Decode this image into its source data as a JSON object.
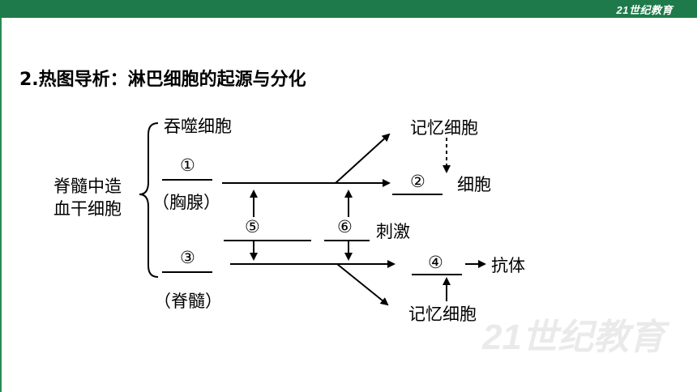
{
  "header": {
    "logo_text": "21世纪教育"
  },
  "title": "2.热图导析：淋巴细胞的起源与分化",
  "diagram": {
    "origin": "脊髓中造\n血干细胞",
    "macrophage": "吞噬细胞",
    "blank1": "①",
    "thymus": "（胸腺）",
    "blank3": "③",
    "marrow": "（脊髓）",
    "blank5": "⑤",
    "blank6": "⑥",
    "stimulus": "刺激",
    "memory_top": "记忆细胞",
    "blank2": "②",
    "cell": "细胞",
    "blank4": "④",
    "antibody": "抗体",
    "memory_bottom": "记忆细胞"
  },
  "watermark_text": "21世纪教育"
}
